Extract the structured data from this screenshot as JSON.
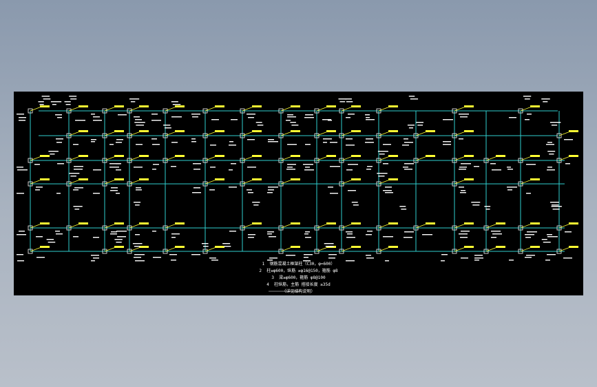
{
  "app": {
    "name": "CAD drawing preview",
    "background": "#9aa6b5"
  },
  "drawing": {
    "background": "#000000",
    "colors": {
      "frame": "#2fd0d0",
      "label": "#ffff33",
      "text": "#ffffff"
    },
    "notes": [
      "1  钢筋混凝土框架柱（C30，φ=600）",
      "2  柱≥φ600，纵筋 ≥φ16@150，箍筋 φ8",
      "3  梁≥φ600，箍筋 φ8@100",
      "4  柱纵筋，主筋 搭接长度 ≥35d",
      "（详见结构说明）"
    ]
  }
}
